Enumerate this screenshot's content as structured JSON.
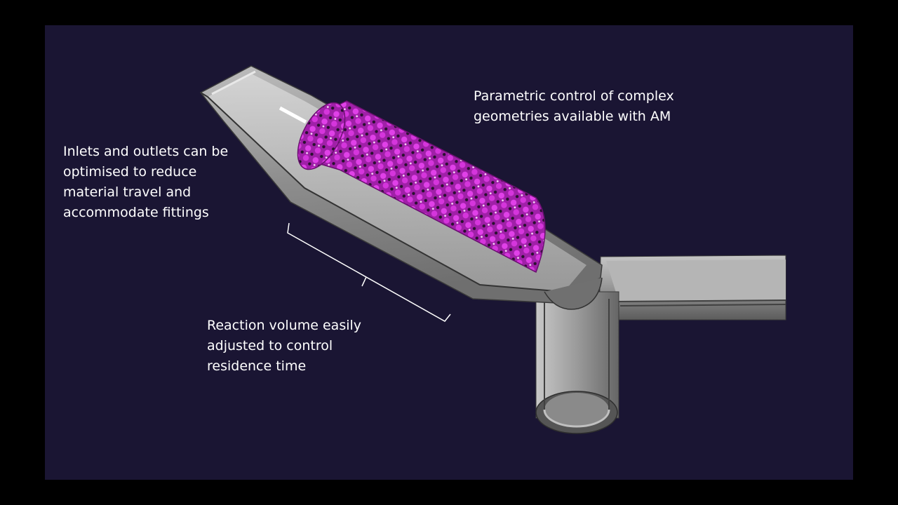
{
  "colors": {
    "background": "#1a1533",
    "frame": "#000000",
    "metal": "#9a9a9a",
    "mixer": "#cc33cc",
    "bracket": "#ffffff"
  },
  "annotations": {
    "parametric": [
      "Parametric control of complex",
      "geometries available with AM"
    ],
    "inlets": [
      "Inlets and outlets can be",
      "optimised to reduce",
      "material travel and",
      "accommodate fittings"
    ],
    "reaction": [
      "Reaction volume easily",
      "adjusted to control",
      "residence time"
    ]
  }
}
